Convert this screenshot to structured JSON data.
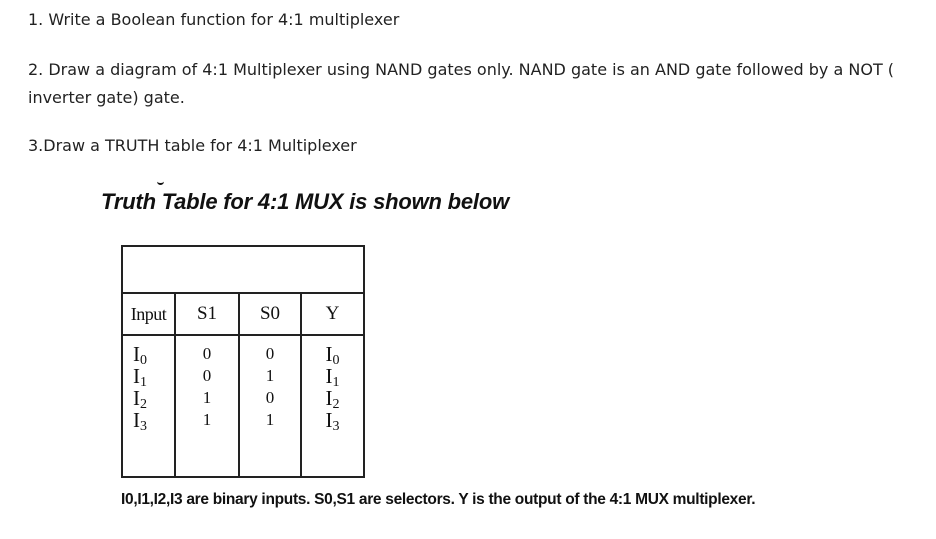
{
  "questions": {
    "q1": "1. Write a Boolean function for 4:1 multiplexer",
    "q2": "2. Draw a diagram of 4:1 Multiplexer using NAND gates only. NAND gate is an AND gate followed by a NOT ( inverter gate) gate.",
    "q3": "3.Draw a TRUTH table for 4:1 Multiplexer"
  },
  "truth_table": {
    "title": "Truth Table for 4:1 MUX is shown below",
    "headers": {
      "input": "Input",
      "s1": "S1",
      "s0": "S0",
      "y": "Y"
    },
    "rows": [
      {
        "input_base": "I",
        "input_sub": "0",
        "s1": "0",
        "s0": "0",
        "y_base": "I",
        "y_sub": "0"
      },
      {
        "input_base": "I",
        "input_sub": "1",
        "s1": "0",
        "s0": "1",
        "y_base": "I",
        "y_sub": "1"
      },
      {
        "input_base": "I",
        "input_sub": "2",
        "s1": "1",
        "s0": "0",
        "y_base": "I",
        "y_sub": "2"
      },
      {
        "input_base": "I",
        "input_sub": "3",
        "s1": "1",
        "s0": "1",
        "y_base": "I",
        "y_sub": "3"
      }
    ],
    "caption": "I0,I1,I2,I3 are binary inputs. S0,S1 are selectors. Y is the output of the 4:1 MUX  multiplexer."
  }
}
